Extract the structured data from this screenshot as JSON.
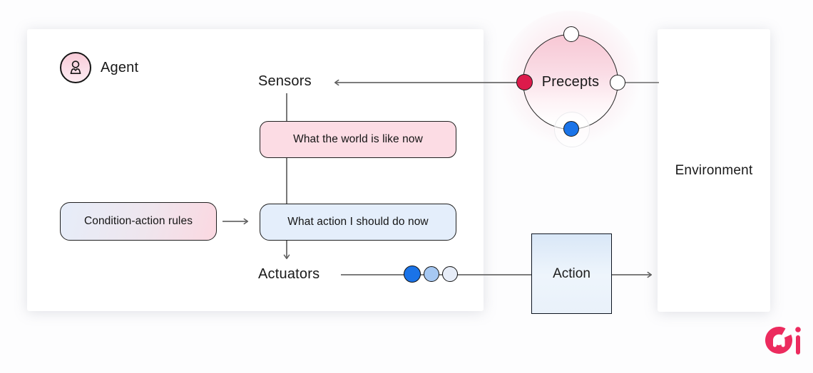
{
  "diagram": {
    "agent": {
      "title": "Agent",
      "sensors_label": "Sensors",
      "actuators_label": "Actuators",
      "nodes": {
        "world_state": "What the world is like now",
        "condition_rules": "Condition-action rules",
        "action_decision": "What action I should do now"
      }
    },
    "precepts": {
      "label": "Precepts",
      "port_colors": {
        "top": "#ffffff",
        "left": "#dc1a4b",
        "right": "#ffffff",
        "bottom": "#1a73e8"
      }
    },
    "action": {
      "label": "Action"
    },
    "environment": {
      "label": "Environment"
    },
    "actuator_dot_colors": [
      "#1a73e8",
      "#a6c8f2",
      "#e7edf8"
    ],
    "colors": {
      "node_pink": "#fcdce4",
      "node_blue": "#e4eefb",
      "rules_gradient_start": "#e6edf9",
      "rules_gradient_end": "#fbd8e1",
      "circle_pink": "#f7c7d4",
      "edge_gray": "#666666",
      "logo_crimson": "#ec2b5e"
    }
  }
}
